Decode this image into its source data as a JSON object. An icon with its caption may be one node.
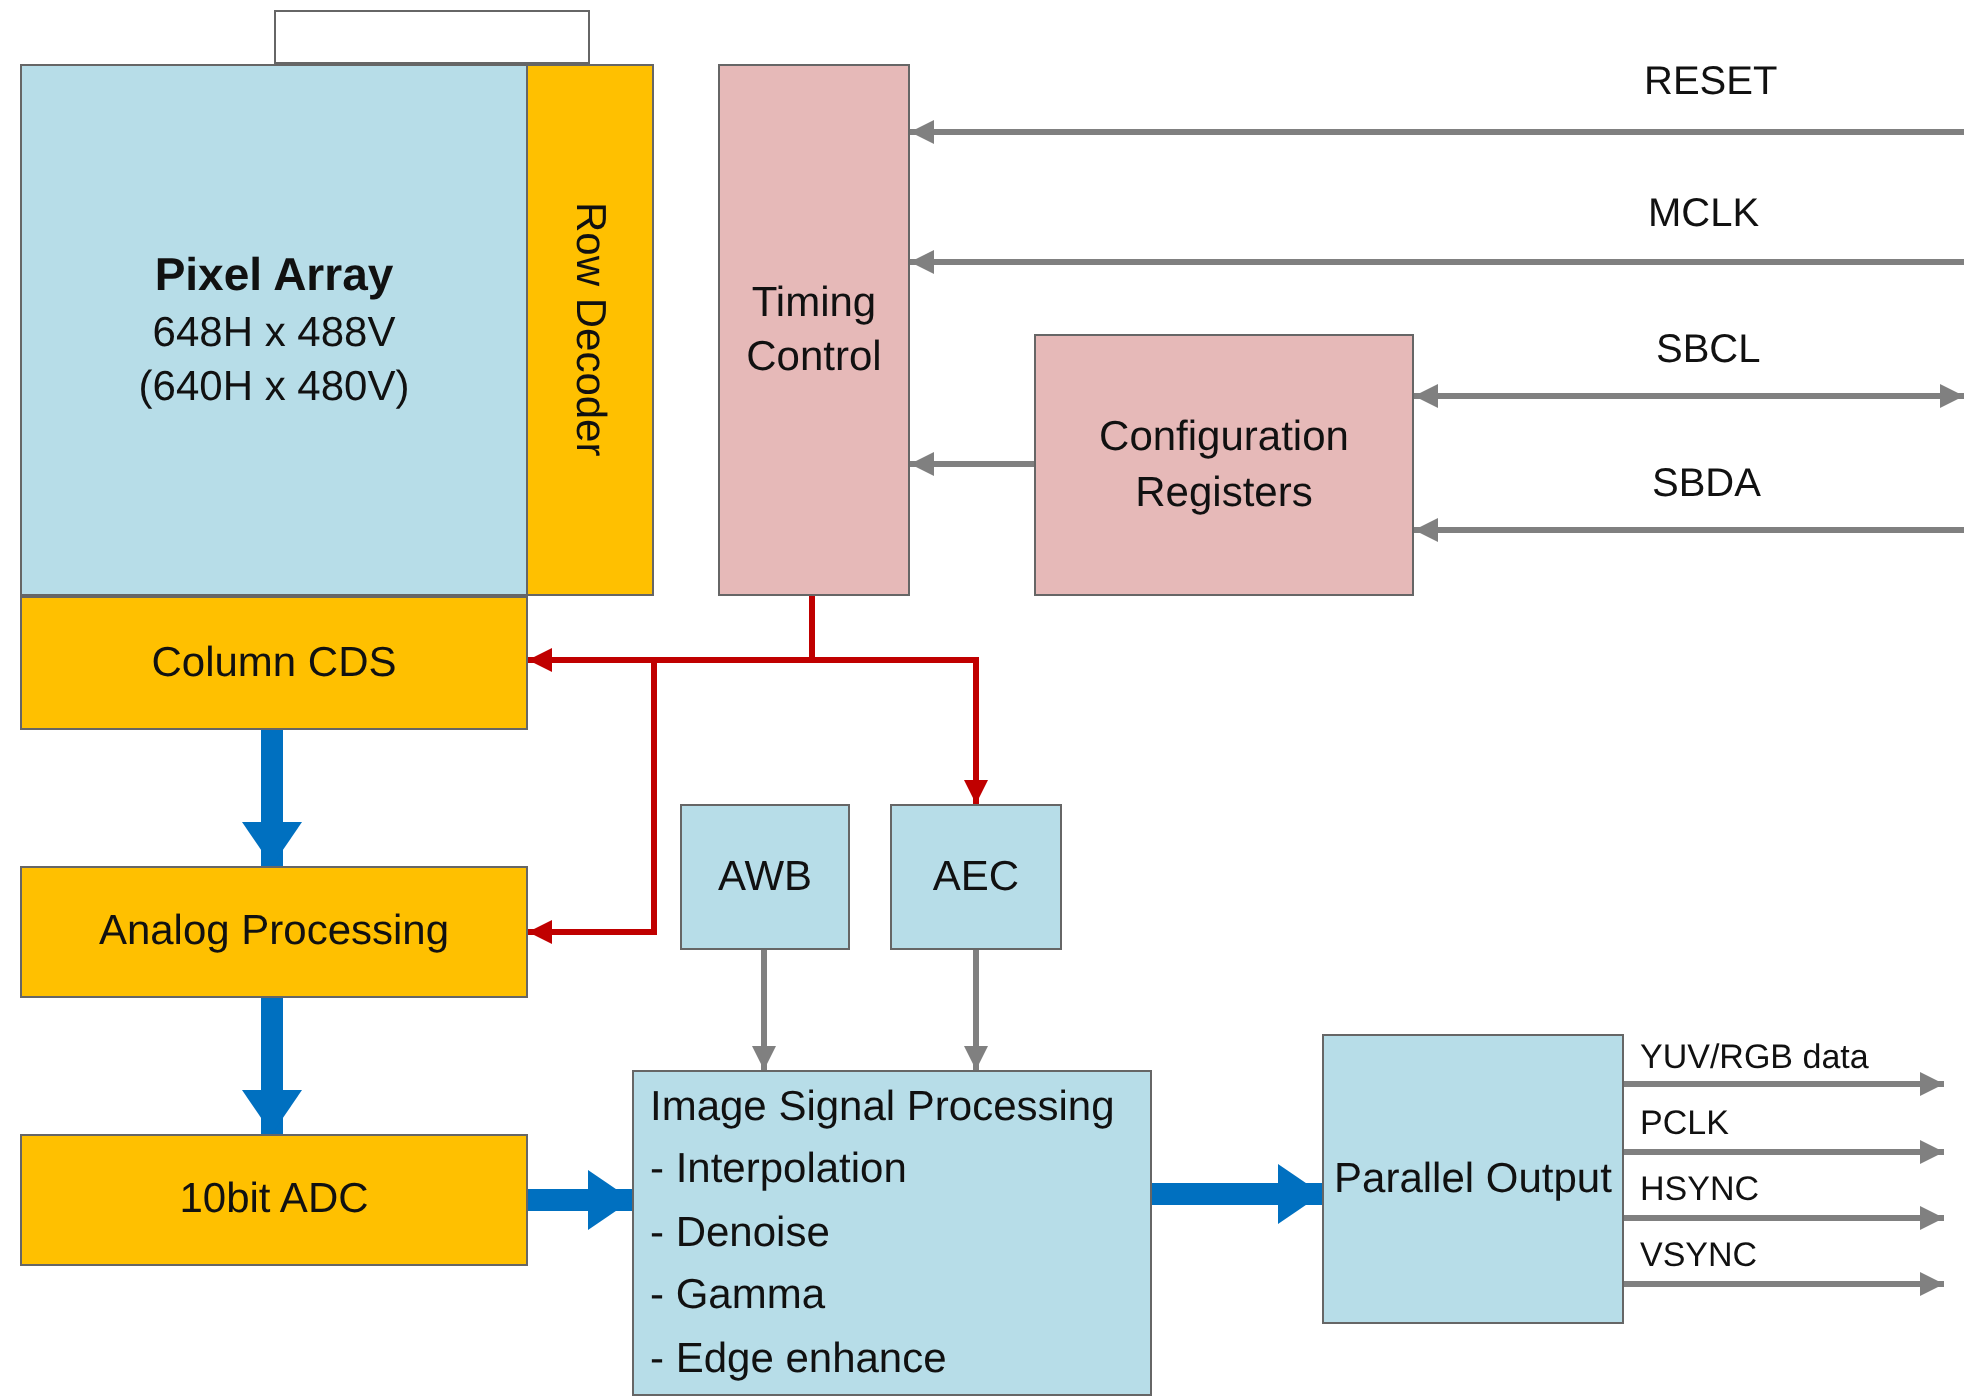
{
  "diagram": {
    "nodes": [
      {
        "text": [],
        "shape": "box"
      },
      {
        "text": [
          "Pixel Array",
          "648H x 488V",
          "(640H x 480V)"
        ]
      },
      {
        "text": [
          "Row Decoder"
        ]
      },
      {
        "text": [
          "Timing Control"
        ]
      },
      {
        "text": [
          "Configuration Registers"
        ]
      },
      {
        "text": [
          "Column CDS"
        ]
      },
      {
        "text": [
          "Analog Processing"
        ]
      },
      {
        "text": [
          "AWB"
        ]
      },
      {
        "text": [
          "AEC"
        ]
      },
      {
        "text": [
          "10bit ADC"
        ]
      },
      {
        "text": [
          "Image Signal Processing",
          "- Interpolation",
          "- Denoise",
          "- Gamma",
          "- Edge enhance"
        ]
      },
      {
        "text": [
          "Parallel Output"
        ]
      }
    ],
    "edges": [
      {
        "from": null,
        "to": 3,
        "arrow": "to",
        "label": "RESET"
      },
      {
        "from": null,
        "to": 3,
        "arrow": "to",
        "label": "MCLK"
      },
      {
        "from": null,
        "to": 4,
        "arrow": "both",
        "label": "SBCL"
      },
      {
        "from": null,
        "to": 4,
        "arrow": "to",
        "label": "SBDA"
      },
      {
        "from": 4,
        "to": 3,
        "arrow": "to"
      },
      {
        "from": 3,
        "to": 5,
        "arrow": "to",
        "color": "#c00000"
      },
      {
        "from": 3,
        "to": 6,
        "arrow": "to",
        "color": "#c00000"
      },
      {
        "from": 3,
        "to": 8,
        "arrow": "to",
        "color": "#c00000"
      },
      {
        "from": 5,
        "to": 6,
        "arrow": "to",
        "style": "thick",
        "color": "#0070c0"
      },
      {
        "from": 6,
        "to": 9,
        "arrow": "to",
        "style": "thick",
        "color": "#0070c0"
      },
      {
        "from": 9,
        "to": 10,
        "arrow": "to",
        "style": "thick",
        "color": "#0070c0"
      },
      {
        "from": 7,
        "to": 10,
        "arrow": "to"
      },
      {
        "from": 8,
        "to": 10,
        "arrow": "to"
      },
      {
        "from": 10,
        "to": 11,
        "arrow": "to",
        "style": "thick",
        "color": "#0070c0"
      },
      {
        "from": 11,
        "to": null,
        "arrow": "to",
        "label": "YUV/RGB data"
      },
      {
        "from": 11,
        "to": null,
        "arrow": "to",
        "label": "PCLK"
      },
      {
        "from": 11,
        "to": null,
        "arrow": "to",
        "label": "HSYNC"
      },
      {
        "from": 11,
        "to": null,
        "arrow": "to",
        "label": "VSYNC"
      }
    ]
  }
}
